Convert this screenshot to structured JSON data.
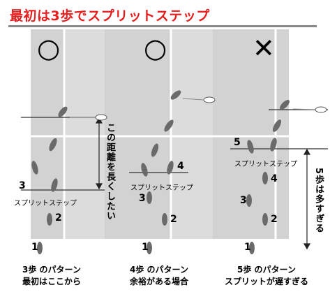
{
  "title": "最初は3歩でスプリットステップ",
  "columns": [
    {
      "mark": "○",
      "split_label": "スプリットステップ",
      "step_numbers": [
        "1",
        "2",
        "3"
      ],
      "caption_line1": "3歩 のパターン",
      "caption_line2": "最初はここから",
      "side_note": "この距離を長くしたい"
    },
    {
      "mark": "○",
      "split_label": "スプリットステップ",
      "step_numbers": [
        "1",
        "2",
        "3",
        "4"
      ],
      "caption_line1": "4歩 のパターン",
      "caption_line2": "余裕がある場合"
    },
    {
      "mark": "✕",
      "split_label": "スプリットステップ",
      "step_numbers": [
        "1",
        "2",
        "3",
        "4",
        "5"
      ],
      "caption_line1": "5歩 のパターン",
      "caption_line2": "スプリットが遅すぎる",
      "side_note": "5歩は多すぎる"
    }
  ],
  "colors": {
    "title": "#e61e1e",
    "court": "#d4d4d4",
    "line": "#ffffff",
    "footprint": "#6e6e6e"
  },
  "icons": [
    "shuttlecock-icon",
    "footprint-icon",
    "circle-mark-icon",
    "cross-mark-icon"
  ]
}
